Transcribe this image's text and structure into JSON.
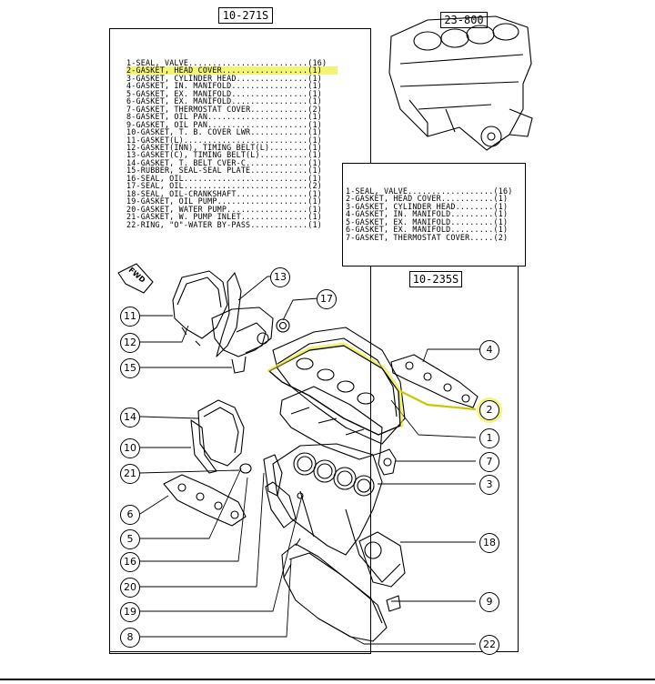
{
  "main_ref": "10-271S",
  "block_ref": "23-800",
  "sub_ref": "10-235S",
  "fwd_label": "FWD",
  "highlight_color": "#f0f046",
  "parts_list": [
    {
      "no": "1",
      "name": "SEAL, VALVE",
      "qty": "(16)"
    },
    {
      "no": "2",
      "name": "GASKET, HEAD COVER",
      "qty": "(1)"
    },
    {
      "no": "3",
      "name": "GASKET, CYLINDER HEAD",
      "qty": "(1)"
    },
    {
      "no": "4",
      "name": "GASKET, IN. MANIFOLD",
      "qty": "(1)"
    },
    {
      "no": "5",
      "name": "GASKET, EX. MANIFOLD",
      "qty": "(1)"
    },
    {
      "no": "6",
      "name": "GASKET, EX. MANIFOLD",
      "qty": "(1)"
    },
    {
      "no": "7",
      "name": "GASKET, THERMOSTAT COVER",
      "qty": "(2)"
    },
    {
      "no": "8",
      "name": "GASKET, OIL PAN",
      "qty": "(1)"
    },
    {
      "no": "9",
      "name": "GASKET, OIL PAN",
      "qty": "(1)"
    },
    {
      "no": "10",
      "name": "GASKET, T. B. COVER LWR",
      "qty": "(1)"
    },
    {
      "no": "11",
      "name": "GASKET(L)",
      "qty": "(1)"
    },
    {
      "no": "12",
      "name": "GASKET(INN), TIMING BELT(L)",
      "qty": "(1)"
    },
    {
      "no": "13",
      "name": "GASKET(C), TIMING BELT(L)",
      "qty": "(1)"
    },
    {
      "no": "14",
      "name": "GASKET, T. BELT CVER-C",
      "qty": "(1)"
    },
    {
      "no": "15",
      "name": "RUBBER, SEAL-SEAL PLATE",
      "qty": "(1)"
    },
    {
      "no": "16",
      "name": "SEAL, OIL",
      "qty": "(1)"
    },
    {
      "no": "17",
      "name": "SEAL, OIL",
      "qty": "(2)"
    },
    {
      "no": "18",
      "name": "SEAL, OIL-CRANKSHAFT",
      "qty": "(1)"
    },
    {
      "no": "19",
      "name": "GASKET, OIL PUMP",
      "qty": "(1)"
    },
    {
      "no": "20",
      "name": "GASKET, WATER PUMP",
      "qty": "(1)"
    },
    {
      "no": "21",
      "name": "GASKET, W. PUMP INLET",
      "qty": "(1)"
    },
    {
      "no": "22",
      "name": "RING, \"O\"-WATER BY-PASS",
      "qty": "(1)"
    }
  ],
  "sub_list": [
    {
      "no": "1",
      "name": "SEAL, VALVE",
      "qty": "(16)"
    },
    {
      "no": "2",
      "name": "GASKET, HEAD COVER",
      "qty": "(1)"
    },
    {
      "no": "3",
      "name": "GASKET, CYLINDER HEAD",
      "qty": "(1)"
    },
    {
      "no": "4",
      "name": "GASKET, IN. MANIFOLD",
      "qty": "(1)"
    },
    {
      "no": "5",
      "name": "GASKET, EX. MANIFOLD",
      "qty": "(1)"
    },
    {
      "no": "6",
      "name": "GASKET, EX. MANIFOLD",
      "qty": "(1)"
    },
    {
      "no": "7",
      "name": "GASKET, THERMOSTAT COVER",
      "qty": "(2)"
    }
  ],
  "highlighted_part": "2",
  "callouts": [
    "13",
    "17",
    "11",
    "12",
    "15",
    "4",
    "2",
    "1",
    "14",
    "10",
    "7",
    "21",
    "3",
    "6",
    "5",
    "18",
    "16",
    "20",
    "9",
    "19",
    "8",
    "22"
  ]
}
